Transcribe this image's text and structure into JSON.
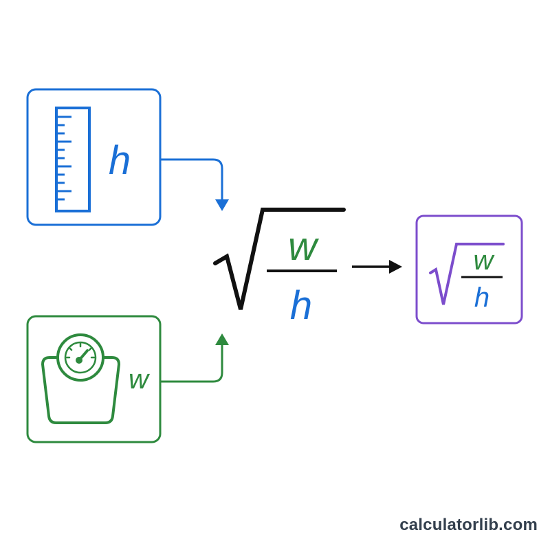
{
  "colors": {
    "height": "#1a6fd6",
    "weight": "#2e8a3e",
    "result": "#7c4dcc",
    "formula": "#111111",
    "brand": "#333f4d"
  },
  "height_box": {
    "symbol": "h",
    "icon": "ruler-icon"
  },
  "weight_box": {
    "symbol": "w",
    "icon": "scale-icon"
  },
  "formula": {
    "numerator": "w",
    "denominator": "h"
  },
  "result_box": {
    "numerator": "w",
    "denominator": "h"
  },
  "footer": {
    "brand": "calculatorlib.com"
  }
}
